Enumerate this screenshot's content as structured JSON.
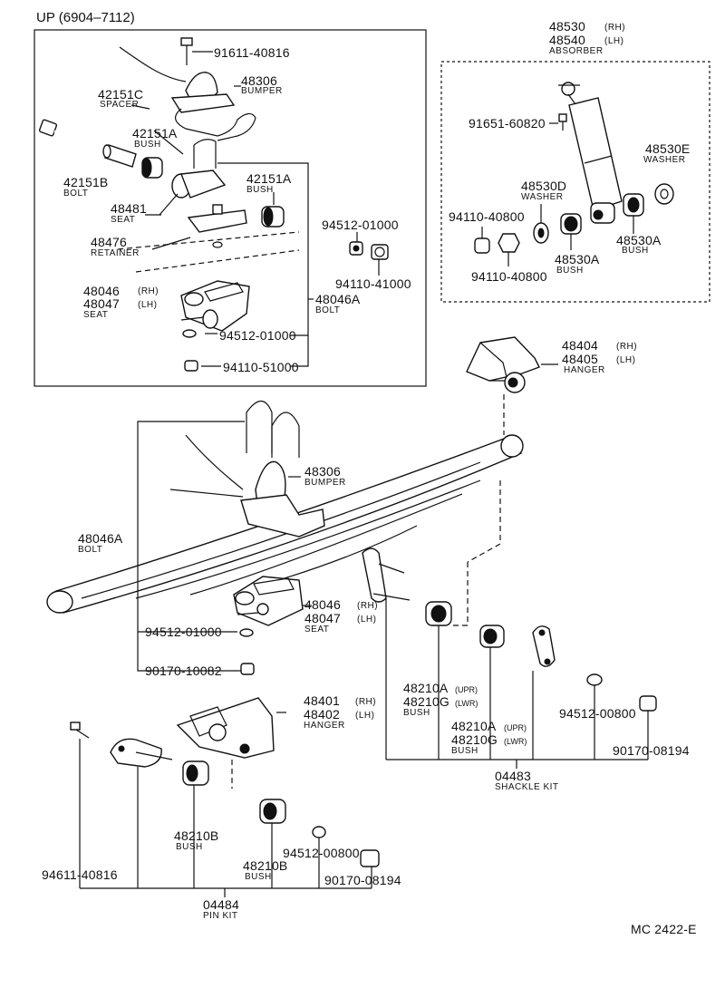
{
  "header": {
    "title": "UP (6904–7112)"
  },
  "footer": {
    "code": "MC 2422-E"
  },
  "inset": {
    "bolt_top": {
      "part": "91611-40816"
    },
    "bumper": {
      "part": "48306",
      "name": "BUMPER"
    },
    "spacer": {
      "part": "42151C",
      "name": "SPACER"
    },
    "bush_a": {
      "part": "42151A",
      "name": "BUSH"
    },
    "bolt": {
      "part": "42151B",
      "name": "BOLT"
    },
    "bush_b": {
      "part": "42151A",
      "name": "BUSH"
    },
    "seat_small": {
      "part": "48481",
      "name": "SEAT"
    },
    "retainer": {
      "part": "48476",
      "name": "RETAINER"
    },
    "washer_nut": {
      "part": "94512-01000"
    },
    "nut": {
      "part": "94110-41000"
    },
    "seat": {
      "part_rh": "48046",
      "part_lh": "48047",
      "rh": "(RH)",
      "lh": "(LH)",
      "name": "SEAT"
    },
    "ubolt": {
      "part": "48046A",
      "name": "BOLT"
    },
    "washer2": {
      "part": "94512-01000"
    },
    "nut2": {
      "part": "94110-51000"
    }
  },
  "absorber": {
    "part_rh": "48530",
    "part_lh": "48540",
    "rh": "(RH)",
    "lh": "(LH)",
    "name": "ABSORBER",
    "bolt": {
      "part": "91651-60820"
    },
    "washer_e": {
      "part": "48530E",
      "name": "WASHER"
    },
    "washer_d": {
      "part": "48530D",
      "name": "WASHER"
    },
    "nut_a": {
      "part": "94110-40800"
    },
    "nut_b": {
      "part": "94110-40800"
    },
    "bush_a1": {
      "part": "48530A",
      "name": "BUSH"
    },
    "bush_a2": {
      "part": "48530A",
      "name": "BUSH"
    }
  },
  "main": {
    "front_hanger": {
      "part_rh": "48404",
      "part_lh": "48405",
      "rh": "(RH)",
      "lh": "(LH)",
      "name": "HANGER"
    },
    "bumper": {
      "part": "48306",
      "name": "BUMPER"
    },
    "ubolt": {
      "part": "48046A",
      "name": "BOLT"
    },
    "seat": {
      "part_rh": "48046",
      "part_lh": "48047",
      "rh": "(RH)",
      "lh": "(LH)",
      "name": "SEAT"
    },
    "washer": {
      "part": "94512-01000"
    },
    "nut": {
      "part": "90170-10082"
    },
    "rear_hanger": {
      "part_rh": "48401",
      "part_lh": "48402",
      "rh": "(RH)",
      "lh": "(LH)",
      "name": "HANGER"
    },
    "bush_upr_1": {
      "part": "48210A",
      "suffix": "(UPR)"
    },
    "bush_lwr_1": {
      "part": "48210G",
      "suffix": "(LWR)",
      "name": "BUSH"
    },
    "bush_upr_2": {
      "part": "48210A",
      "suffix": "(UPR)"
    },
    "bush_lwr_2": {
      "part": "48210G",
      "suffix": "(LWR)",
      "name": "BUSH"
    },
    "washer_kit": {
      "part": "94512-00800"
    },
    "nut_kit": {
      "part": "90170-08194"
    },
    "shackle_kit": {
      "part": "04483",
      "name": "SHACKLE KIT"
    },
    "pin_bolt": {
      "part": "94611-40816"
    },
    "bush_b1": {
      "part": "48210B",
      "name": "BUSH"
    },
    "bush_b2": {
      "part": "48210B",
      "name": "BUSH"
    },
    "washer_pin": {
      "part": "94512-00800"
    },
    "nut_pin": {
      "part": "90170-08194"
    },
    "pin_kit": {
      "part": "04484",
      "name": "PIN KIT"
    }
  }
}
